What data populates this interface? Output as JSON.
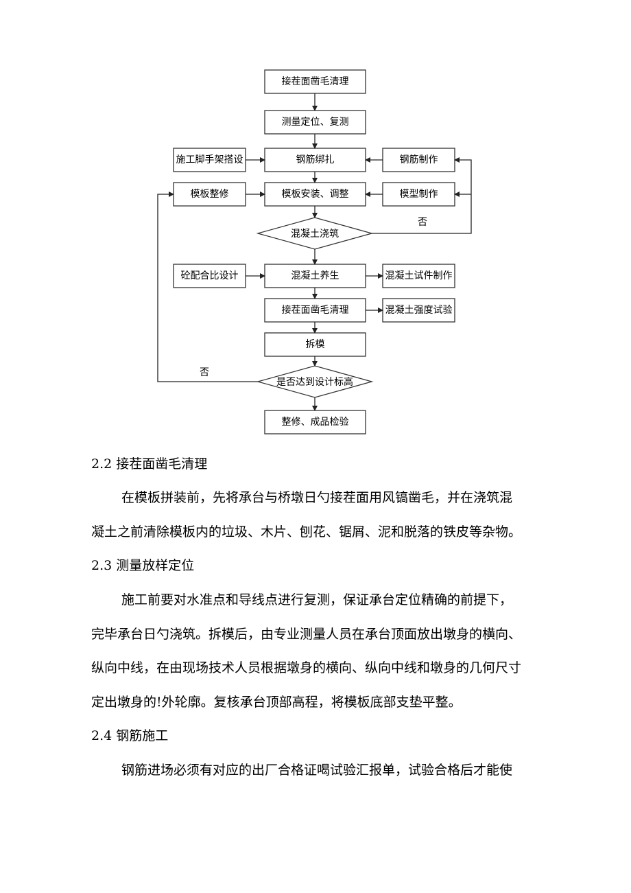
{
  "flowchart": {
    "boxes": {
      "b1": "接茬面凿毛清理",
      "b2": "测量定位、复测",
      "b3": "钢筋绑扎",
      "b4": "施工脚手架搭设",
      "b5": "钢筋制作",
      "b6": "模板整修",
      "b7": "模板安装、调整",
      "b8": "模型制作",
      "b9": "砼配合比设计",
      "b10": "混凝土养生",
      "b11": "混凝土试件制作",
      "b12": "接茬面凿毛清理",
      "b13": "混凝土强度试验",
      "b14": "拆模",
      "b15": "整修、成品检验"
    },
    "decisions": {
      "d1": "混凝土浇筑",
      "d2": "是否达到设计标高"
    },
    "labels": {
      "no_right": "否",
      "no_left": "否"
    }
  },
  "sections": [
    {
      "heading": "2.2 接茬面凿毛清理",
      "lines": [
        "在模板拼装前，先将承台与桥墩日勺接茬面用风镐凿毛，并在浇筑混",
        "凝土之前清除模板内的垃圾、木片、刨花、锯屑、泥和脱落的铁皮等杂物。"
      ]
    },
    {
      "heading": "2.3 测量放样定位",
      "lines": [
        "施工前要对水准点和导线点进行复测，保证承台定位精确的前提下，",
        "完毕承台日勺浇筑。拆模后，由专业测量人员在承台顶面放出墩身的横向、",
        "纵向中线，在由现场技术人员根据墩身的横向、纵向中线和墩身的几何尺寸",
        "定出墩身的!外轮廓。复核承台顶部高程，将模板底部支垫平整。"
      ]
    },
    {
      "heading": "2.4 钢筋施工",
      "lines": [
        "钢筋进场必须有对应的出厂合格证喝试验汇报单，试验合格后才能使"
      ]
    }
  ]
}
